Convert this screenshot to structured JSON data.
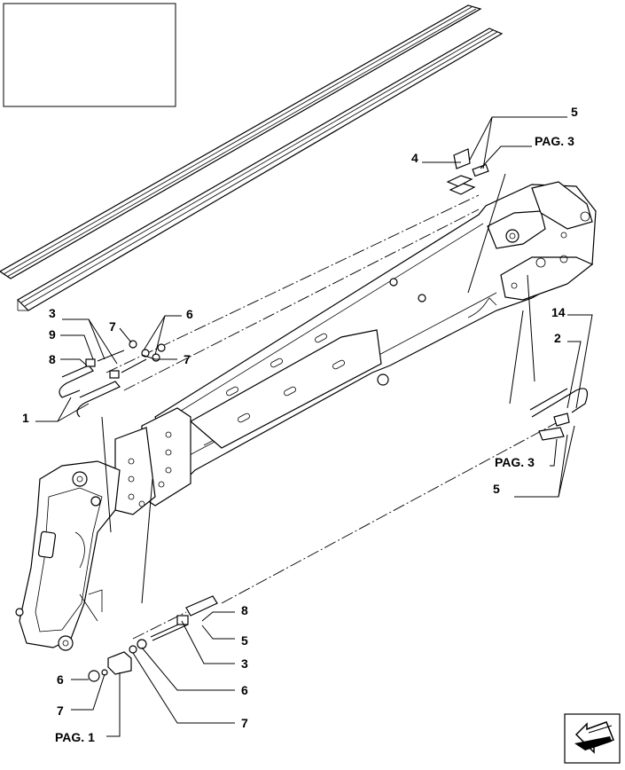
{
  "callouts": {
    "c5_top": "5",
    "c_pag3_top": "PAG. 3",
    "c4": "4",
    "c3_left": "3",
    "c7_left_top": "7",
    "c6_left_top": "6",
    "c9": "9",
    "c8_left": "8",
    "c7_left_mid": "7",
    "c1": "1",
    "c14": "14",
    "c2": "2",
    "c_pag3_right": "PAG. 3",
    "c5_right": "5",
    "c8_bottom": "8",
    "c5_bottom": "5",
    "c3_bottom": "3",
    "c6_bottom_right": "6",
    "c7_bottom_right": "7",
    "c6_bottom_left": "6",
    "c7_bottom_left": "7",
    "c_pag1": "PAG. 1"
  },
  "icons": {
    "nav": "next-page-arrow-icon"
  }
}
